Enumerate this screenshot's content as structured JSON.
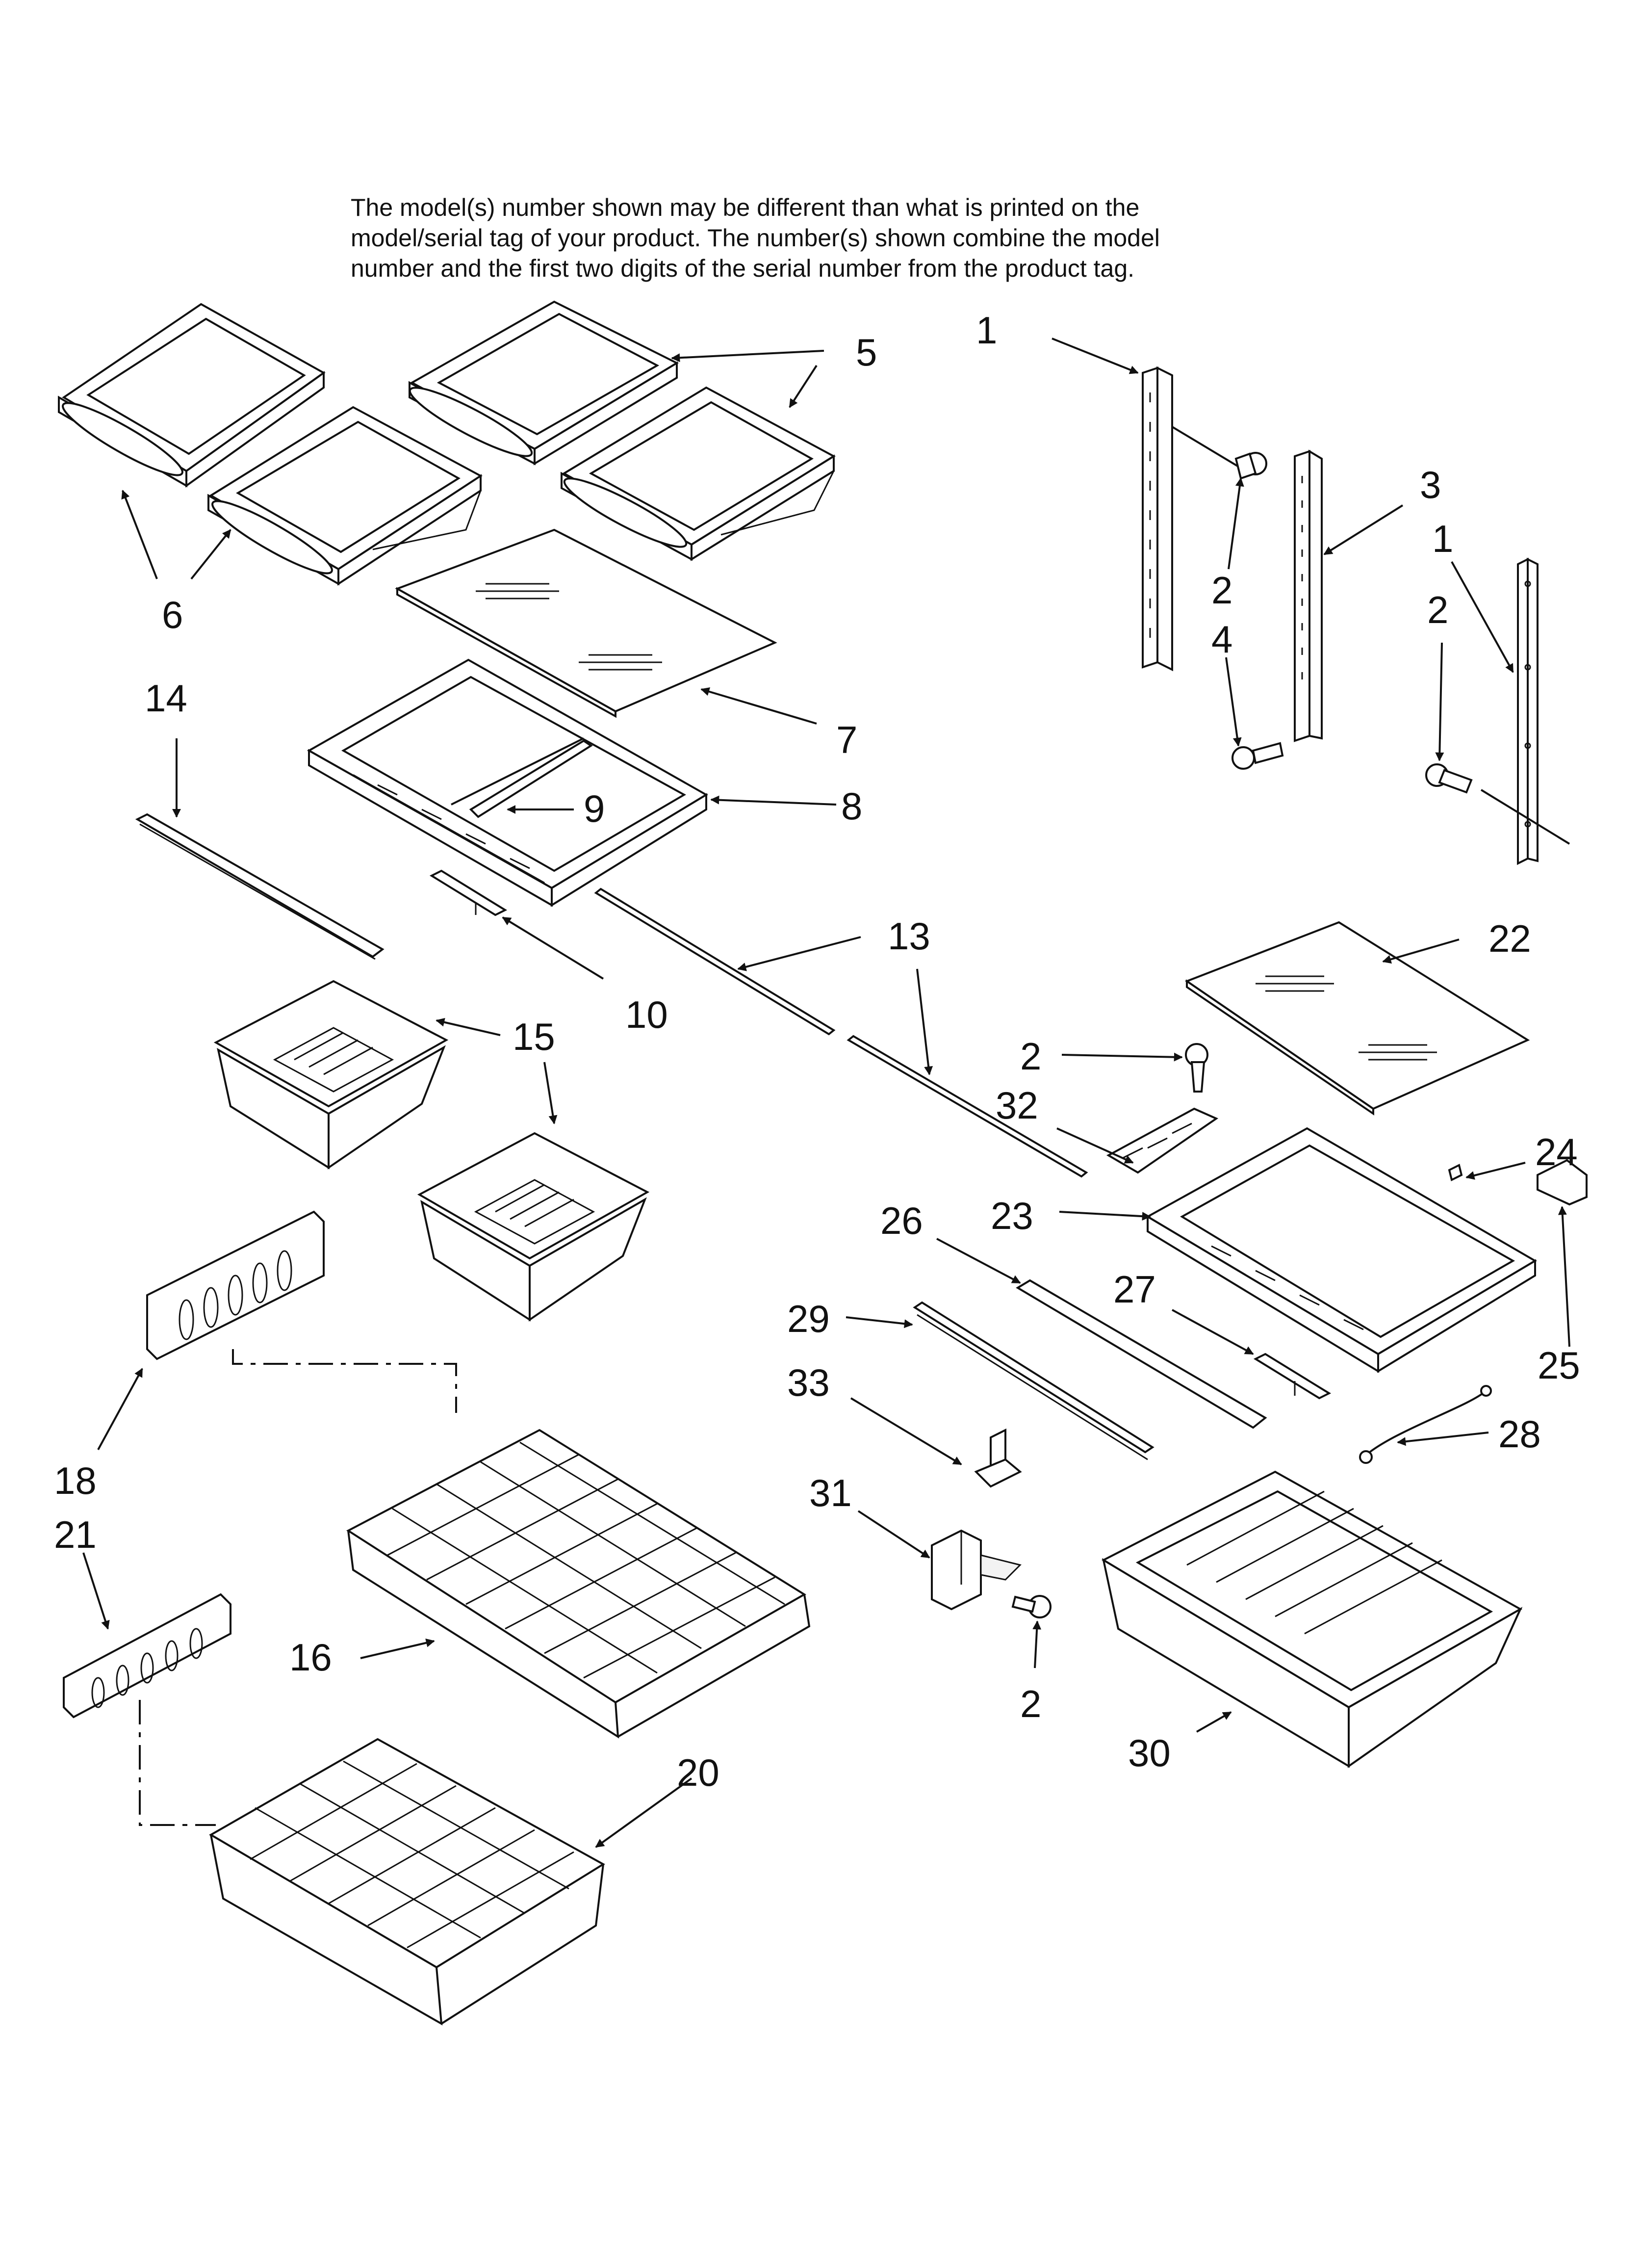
{
  "note": {
    "lines": [
      "The model(s) number shown may be different than what is printed on the",
      "model/serial tag of your product. The number(s) shown combine the model",
      "number and the first two digits of the serial number from the product tag."
    ]
  },
  "callouts": {
    "c1a": "1",
    "c1b": "1",
    "c2a": "2",
    "c2b": "2",
    "c2c": "2",
    "c2d": "2",
    "c3": "3",
    "c4": "4",
    "c5": "5",
    "c6": "6",
    "c7": "7",
    "c8": "8",
    "c9": "9",
    "c10": "10",
    "c13": "13",
    "c14": "14",
    "c15": "15",
    "c16": "16",
    "c18": "18",
    "c20": "20",
    "c21": "21",
    "c22": "22",
    "c23": "23",
    "c24": "24",
    "c25": "25",
    "c26": "26",
    "c27": "27",
    "c28": "28",
    "c29": "29",
    "c30": "30",
    "c31": "31",
    "c32": "32",
    "c33": "33"
  },
  "colors": {
    "ink": "#111111",
    "paper": "#ffffff"
  }
}
